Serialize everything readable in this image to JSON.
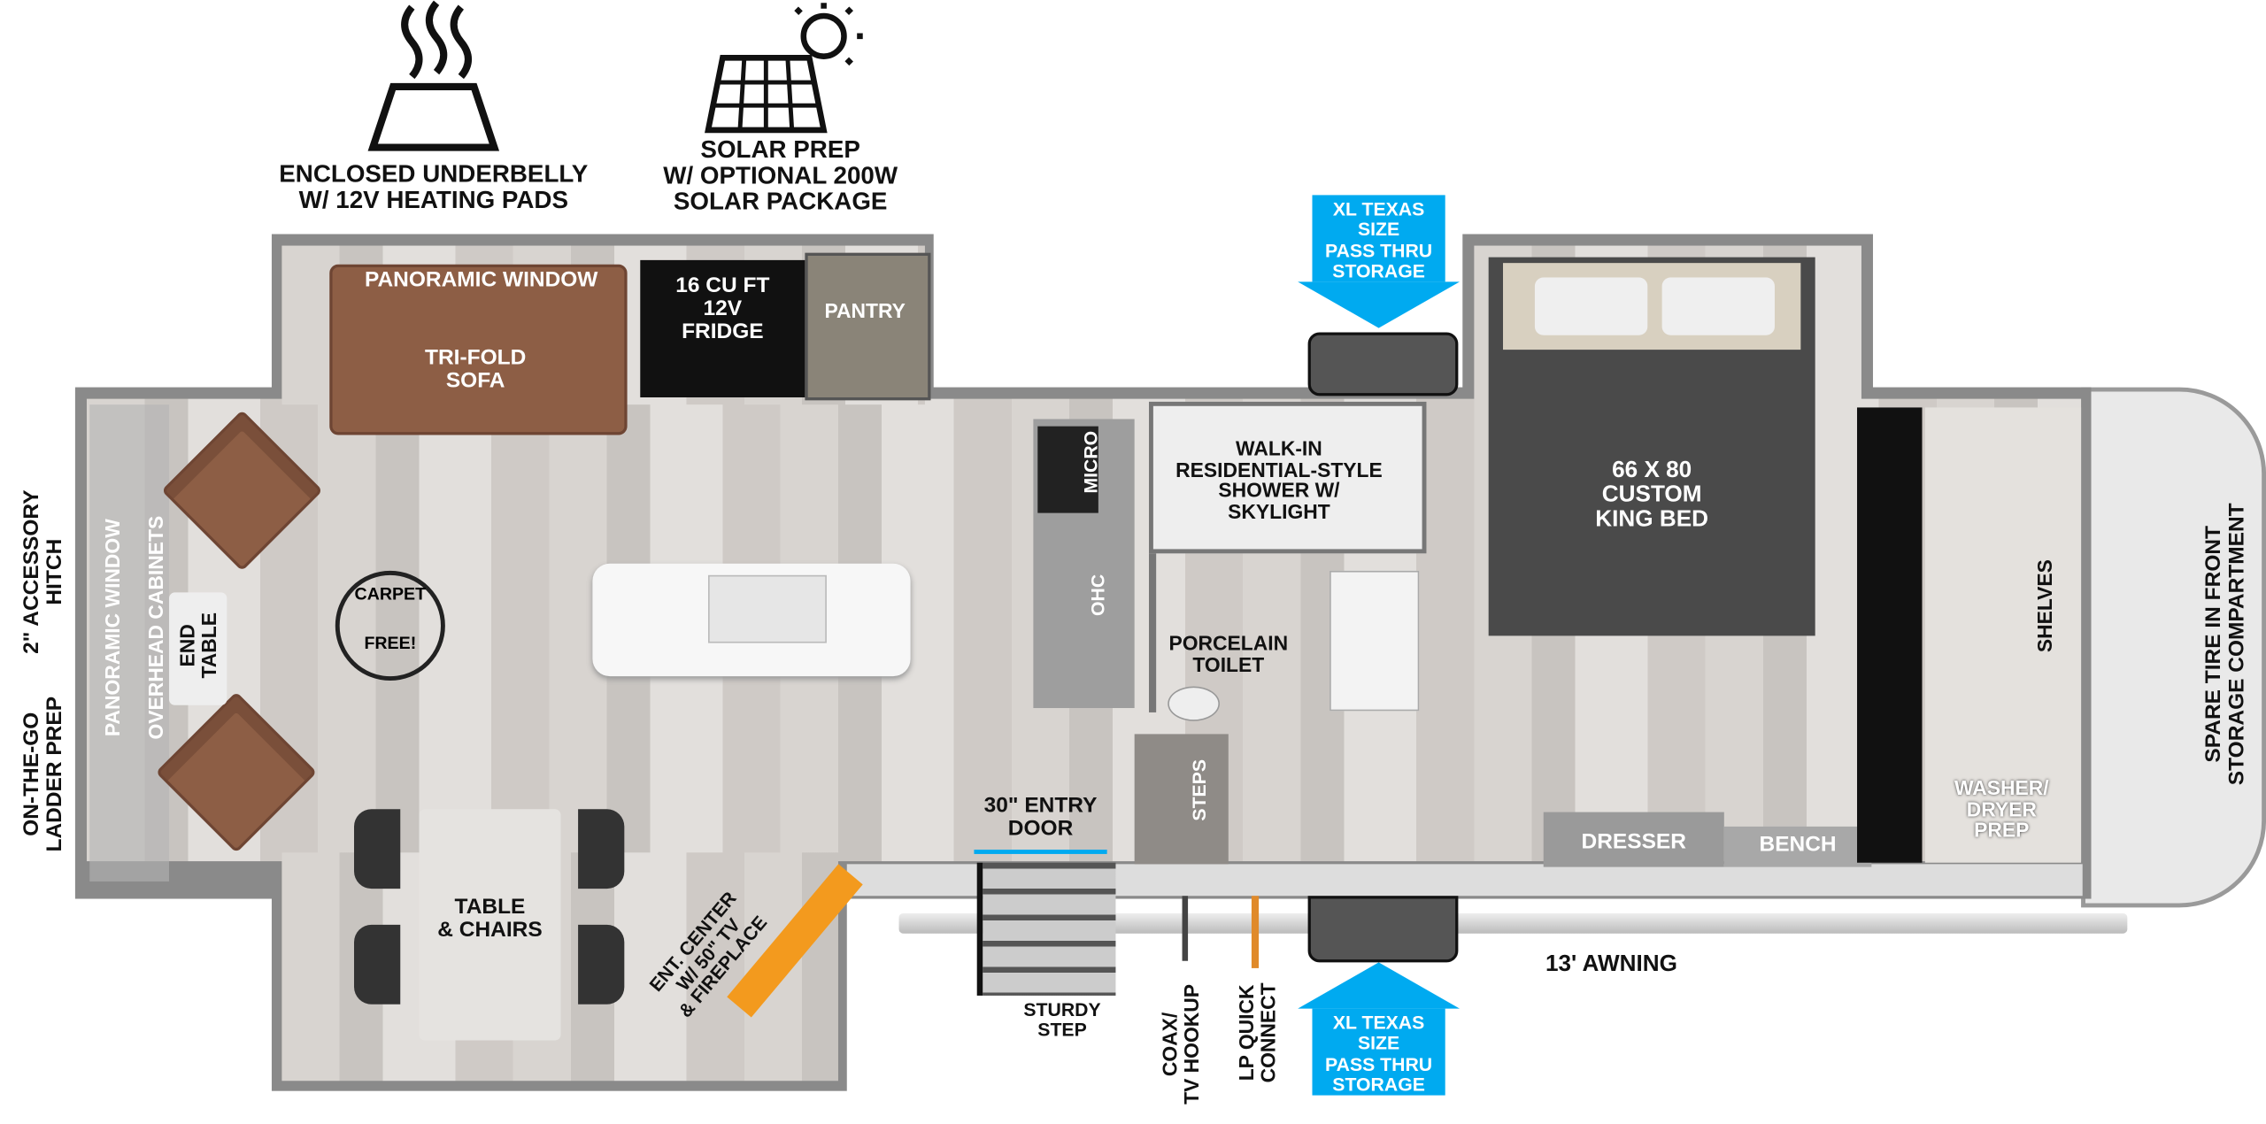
{
  "features": {
    "underbelly": {
      "icon": "heated-underbelly-icon",
      "line1": "ENCLOSED UNDERBELLY",
      "line2": "W/ 12V HEATING PADS"
    },
    "solar": {
      "icon": "solar-panel-icon",
      "line1": "SOLAR PREP",
      "line2": "W/ OPTIONAL 200W",
      "line3": "SOLAR PACKAGE"
    }
  },
  "rooms": {
    "panoramic_window_top": "PANORAMIC WINDOW",
    "sofa": [
      "TRI-FOLD",
      "SOFA"
    ],
    "fridge": [
      "16 CU FT",
      "12V",
      "FRIDGE"
    ],
    "pantry": "PANTRY",
    "micro": "MICRO",
    "ohc": "OHC",
    "shower": [
      "WALK-IN",
      "RESIDENTIAL-STYLE",
      "SHOWER W/",
      "SKYLIGHT"
    ],
    "toilet": [
      "PORCELAIN",
      "TOILET"
    ],
    "steps": "STEPS",
    "bed": [
      "66 X  80",
      "CUSTOM",
      "KING BED"
    ],
    "shelves": "SHELVES",
    "washer": [
      "WASHER/",
      "DRYER",
      "PREP"
    ],
    "dresser": "DRESSER",
    "bench": "BENCH",
    "end_table": [
      "END",
      "TABLE"
    ],
    "panoramic_window_left": "PANORAMIC WINDOW",
    "overhead_cabinets": "OVERHEAD CABINETS",
    "table": [
      "TABLE",
      "& CHAIRS"
    ],
    "ent_center": [
      "ENT. CENTER",
      "W/ 50\" TV",
      "& FIREPLACE"
    ],
    "carpet_free": [
      "CARPET",
      "FREE!"
    ]
  },
  "exterior": {
    "hitch": [
      "2\" ACCESSORY",
      "HITCH"
    ],
    "ladder": [
      "ON-THE-GO",
      "LADDER PREP"
    ],
    "spare_tire": [
      "SPARE TIRE IN FRONT",
      "STORAGE COMPARTMENT"
    ],
    "entry_door": [
      "30\" ENTRY",
      "DOOR"
    ],
    "sturdy_step": [
      "STURDY",
      "STEP"
    ],
    "coax": [
      "COAX/",
      "TV HOOKUP"
    ],
    "lp": [
      "LP QUICK",
      "CONNECT"
    ],
    "awning": "13' AWNING",
    "storage_top": [
      "XL TEXAS SIZE",
      "PASS THRU",
      "STORAGE"
    ],
    "storage_bottom": [
      "XL TEXAS SIZE",
      "PASS THRU",
      "STORAGE"
    ]
  },
  "colors": {
    "accent_blue": "#00aaf0",
    "sofa_brown": "#8d5e45",
    "bed_gray": "#4a4a4a",
    "fireplace_orange": "#f39a1e"
  }
}
